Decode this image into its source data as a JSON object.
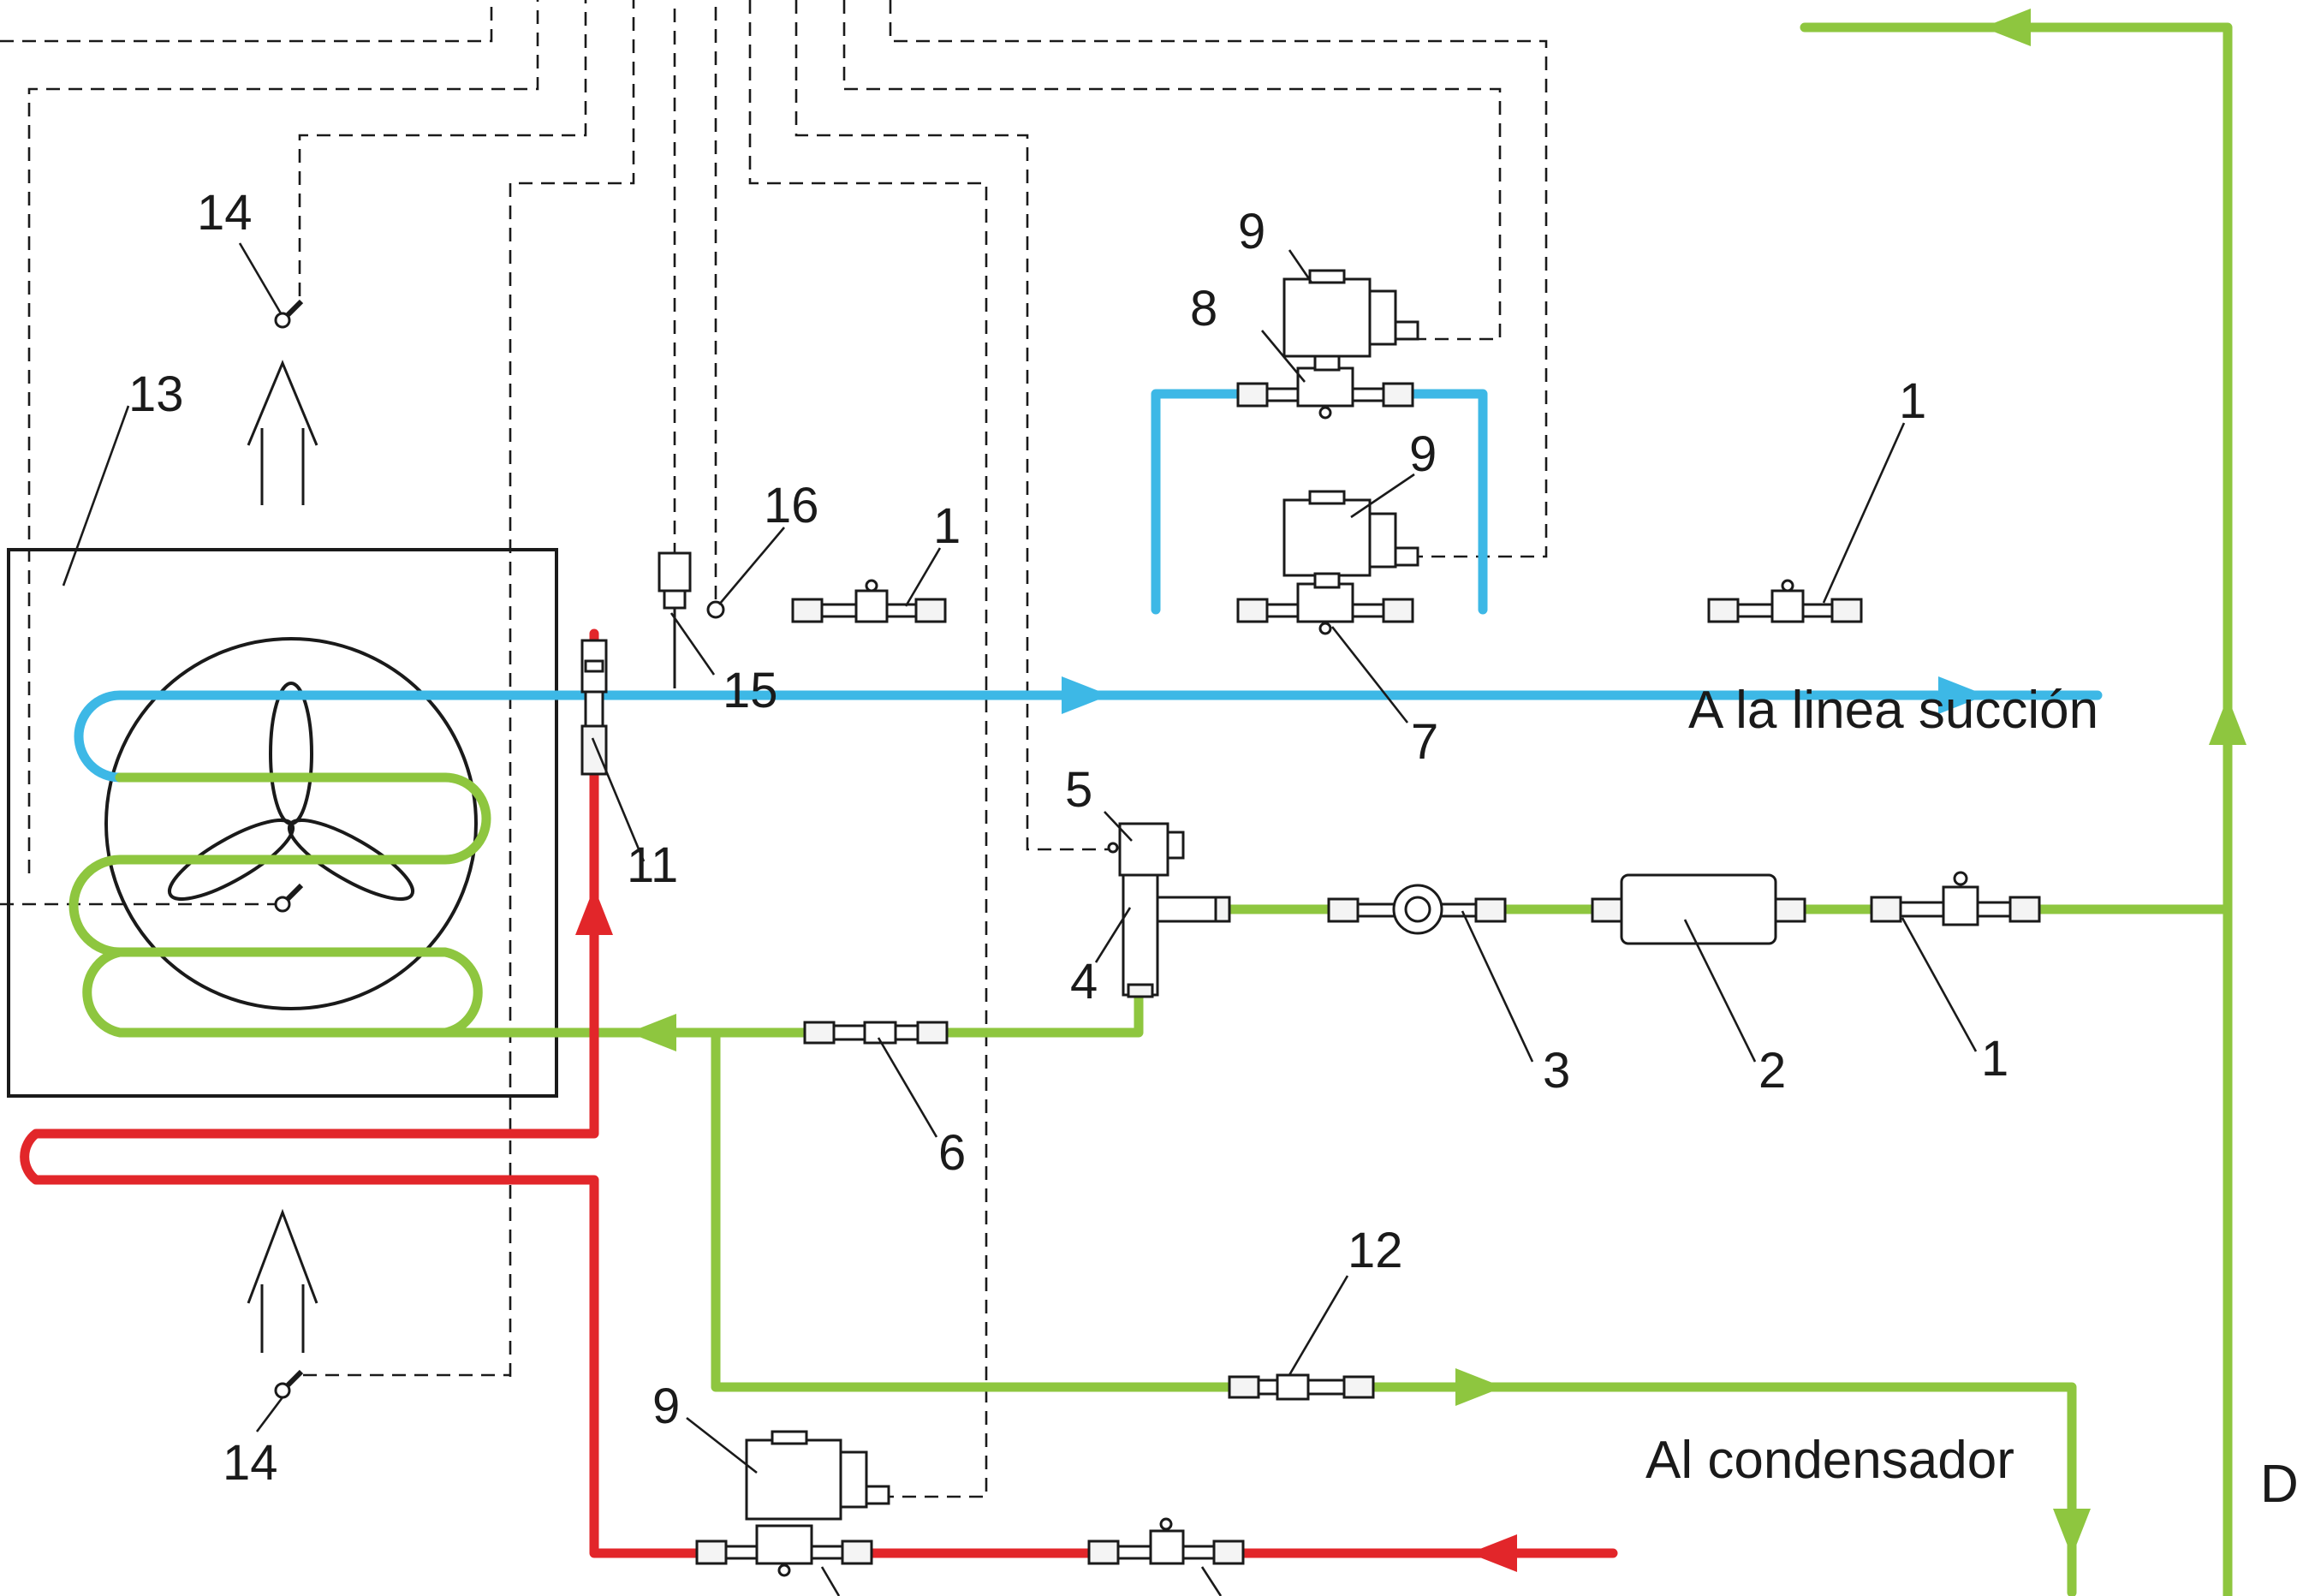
{
  "colors": {
    "suction": "#3db8e6",
    "liquid": "#8ec63f",
    "hot_gas": "#e2262a",
    "line": "#1a1a1a"
  },
  "labels": {
    "n1": "1",
    "n2": "2",
    "n3": "3",
    "n4": "4",
    "n5": "5",
    "n6": "6",
    "n7": "7",
    "n8": "8",
    "n9": "9",
    "n11": "11",
    "n12": "12",
    "n13": "13",
    "n14": "14",
    "n15": "15",
    "n16": "16"
  },
  "captions": {
    "suction_line": "A la linea succión",
    "condenser": "Al condensador",
    "edge_letter": "D"
  },
  "icons": [
    "arrow-icon",
    "fan-icon",
    "solenoid-coil-icon",
    "valve-icon",
    "sensor-icon"
  ]
}
